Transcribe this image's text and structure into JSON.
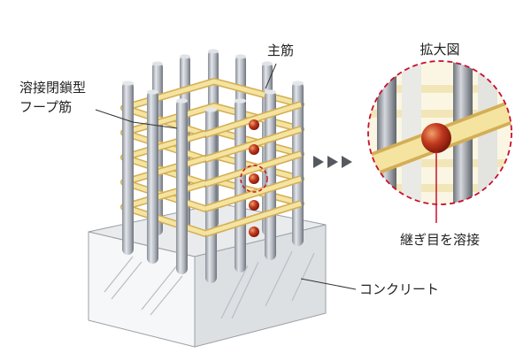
{
  "labels": {
    "hoop_line1": "溶接閉鎖型",
    "hoop_line2": "フープ筋",
    "main_rebar": "主筋",
    "concrete": "コンクリート",
    "enlarged_view": "拡大図",
    "weld_joint": "継ぎ目を溶接"
  },
  "colors": {
    "hoop": "#f2df92",
    "hoop_edge": "#d9b45a",
    "rebar": "#b8bcc4",
    "rebar_dark": "#7d828b",
    "weld": "#c0381e",
    "weld_ring": "#c8102e",
    "concrete_top": "#e8eaec",
    "concrete_front": "#f4f5f6",
    "concrete_side": "#d6d9dc",
    "leader": "#333333"
  },
  "icons": [
    "arrow-right-icon",
    "arrow-right-icon",
    "arrow-right-icon"
  ]
}
